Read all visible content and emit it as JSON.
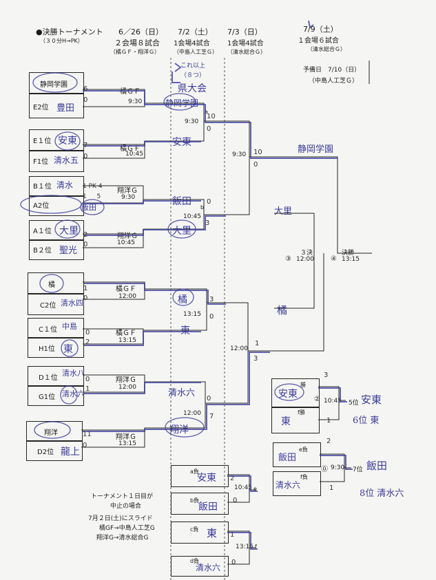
{
  "header": {
    "title": "●決勝トーナメント",
    "rule": "（３０分H→PK）",
    "date1": "6／26（日）",
    "venue1": "２会場８試合",
    "venue1_detail": "（橘ＧＦ・翔洋Ｇ）",
    "date2": "7/2（土）",
    "venue2": "1会場4試合",
    "venue2_detail": "（中島人工芝Ｇ）",
    "date3": "7/3（日）",
    "venue3": "1会場4試合",
    "venue3_detail": "（清水総合Ｇ）",
    "date4": "7/9（土）",
    "venue4": "１会場６試合",
    "venue4_detail": "（清水総合Ｇ）",
    "reserve": "予備日　7/10（日）",
    "reserve_venue": "（中島人工芝Ｇ）"
  },
  "teams": [
    {
      "seed": "静岡学園",
      "hand": ""
    },
    {
      "seed": "E2位",
      "hand": "豊田"
    },
    {
      "seed": "E１位",
      "hand": "安東"
    },
    {
      "seed": "F1位",
      "hand": "清水五"
    },
    {
      "seed": "B１位",
      "hand": "清水"
    },
    {
      "seed": "A2位",
      "hand": "飯田"
    },
    {
      "seed": "A１位",
      "hand": "大里"
    },
    {
      "seed": "B２位",
      "hand": "聖光"
    },
    {
      "seed": "橘",
      "hand": ""
    },
    {
      "seed": "C2位",
      "hand": "清水四"
    },
    {
      "seed": "C１位",
      "hand": "中島"
    },
    {
      "seed": "H1位",
      "hand": "東"
    },
    {
      "seed": "D１位",
      "hand": "清水八"
    },
    {
      "seed": "G1位",
      "hand": "清水六"
    },
    {
      "seed": "翔洋",
      "hand": ""
    },
    {
      "seed": "D2位",
      "hand": "龍上"
    }
  ],
  "round1": [
    {
      "venue": "橘ＧＦ",
      "time": "9:30",
      "s1": "6",
      "s2": "0"
    },
    {
      "venue": "橘ＧＦ",
      "time": "10:45",
      "s1": "7",
      "s2": "0"
    },
    {
      "venue": "翔洋Ｇ",
      "time": "9:30",
      "s1": "1 PK 4",
      "s2": "1 　 5"
    },
    {
      "venue": "翔洋Ｇ",
      "time": "10:45",
      "s1": "2",
      "s2": "0"
    },
    {
      "venue": "橘ＧＦ",
      "time": "12:00",
      "s1": "1",
      "s2": "0"
    },
    {
      "venue": "橘ＧＦ",
      "time": "13:15",
      "s1": "0",
      "s2": "2"
    },
    {
      "venue": "翔洋Ｇ",
      "time": "12:00",
      "s1": "0",
      "s2": "1"
    },
    {
      "venue": "翔洋Ｇ",
      "time": "13:15",
      "s1": "11",
      "s2": "0"
    }
  ],
  "round2": [
    {
      "hand": "静岡学園",
      "label": "a",
      "time": "9:30",
      "s1": "10",
      "s2": "0"
    },
    {
      "hand": "安東",
      "label": "",
      "time": "",
      "s1": "",
      "s2": ""
    },
    {
      "hand": "飯田",
      "label": "b",
      "time": "10:45",
      "s1": "0",
      "s2": "3"
    },
    {
      "hand": "大里",
      "label": "",
      "time": "",
      "s1": "",
      "s2": ""
    },
    {
      "hand": "橘",
      "label": "",
      "time": "13:15",
      "s1": "3",
      "s2": "0"
    },
    {
      "hand": "東",
      "label": "",
      "time": "",
      "s1": "",
      "s2": ""
    },
    {
      "hand": "清水六",
      "label": "",
      "time": "12:00",
      "s1": "0",
      "s2": "7"
    },
    {
      "hand": "翔洋",
      "label": "",
      "time": "",
      "s1": "",
      "s2": ""
    }
  ],
  "round3": [
    {
      "time": "9:30",
      "s1": "10",
      "s2": "0"
    },
    {
      "time": "12:00",
      "s1": "1",
      "s2": "3"
    }
  ],
  "final": {
    "winner_hand": "静岡学園",
    "semi_a": "大里",
    "semi_b": "橘",
    "third_label": "３決",
    "third_no": "③",
    "third_time": "12:00",
    "final_label": "決勝",
    "final_no": "④",
    "final_time": "13:15"
  },
  "top_note": {
    "line1": "これ以上",
    "line2": "（８つ）",
    "line3": "県大会"
  },
  "placement": [
    {
      "top_tag": "勝",
      "top_hand": "安東",
      "bot_tag": "f勝",
      "bot_hand": "東",
      "no": "②",
      "time": "10:45",
      "label": "5位",
      "result": "安東",
      "result2": "6位 東",
      "s1": "3",
      "s2": "1"
    },
    {
      "top_tag": "e負",
      "top_hand": "飯田",
      "bot_tag": "f負",
      "bot_hand": "清水六",
      "no": "⓪",
      "time": "9:30",
      "label": "7位",
      "result": "飯田",
      "result2": "8位 清水六",
      "s1": "2",
      "s2": "1"
    }
  ],
  "losers": [
    {
      "tag": "a負",
      "hand": "安東",
      "score": "2"
    },
    {
      "tag": "b負",
      "hand": "飯田",
      "score": "0",
      "time": "10:45",
      "label": "e"
    },
    {
      "tag": "c負",
      "hand": "東",
      "score": "1"
    },
    {
      "tag": "d負",
      "hand": "清水六",
      "score": "0",
      "time": "13:15",
      "label": "f"
    }
  ],
  "note": {
    "line1": "トーナメント１日目が",
    "line2": "中止の場合",
    "line3": "7月２日(土)にスライド",
    "line4": "橘GF→中島人工芝G",
    "line5": "翔洋G→清水総合G"
  }
}
